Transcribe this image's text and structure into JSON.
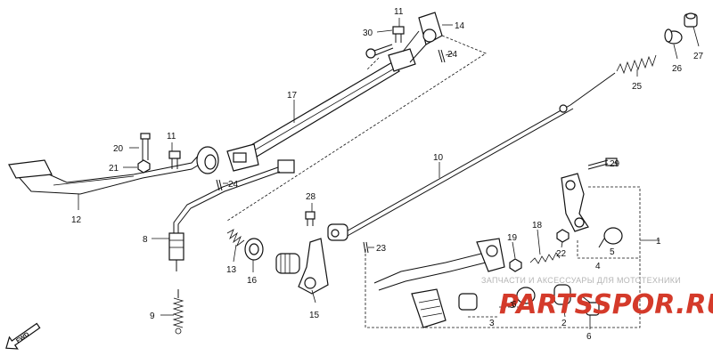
{
  "diagram": {
    "callouts": [
      "1",
      "2",
      "3",
      "4",
      "5",
      "5",
      "6",
      "6",
      "8",
      "9",
      "10",
      "11",
      "11",
      "12",
      "13",
      "14",
      "15",
      "16",
      "17",
      "18",
      "19",
      "20",
      "21",
      "22",
      "23",
      "24",
      "24",
      "25",
      "26",
      "27",
      "28",
      "29",
      "30"
    ],
    "fwd_label": "FWD",
    "watermark_text": "ЗАПЧАСТИ И АКСЕССУАРЫ ДЛЯ МОТОТЕХНИКИ",
    "logo_text": "PARTSSPOR.RU"
  },
  "colors": {
    "logo": "#d43a2a",
    "ink": "#111111",
    "watermark": "#b5b5b5"
  }
}
